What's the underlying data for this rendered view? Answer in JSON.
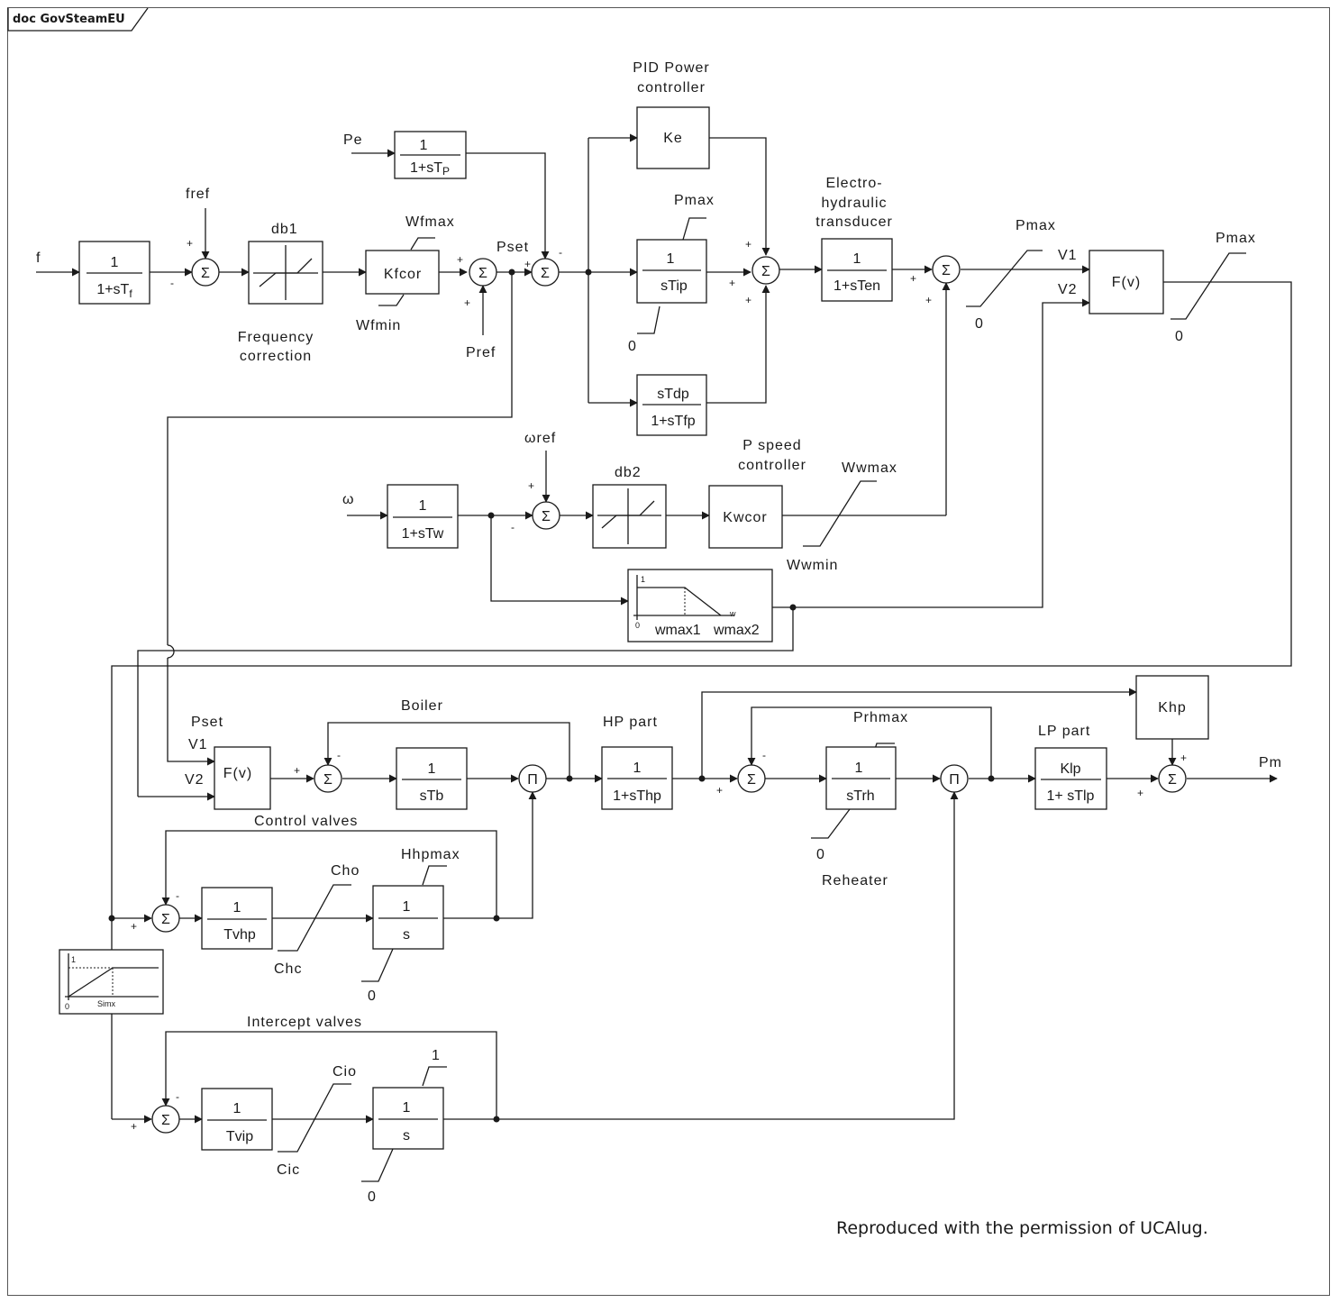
{
  "frame": {
    "title": "doc GovSteamEU"
  },
  "credit": "Reproduced with the permission of UCAlug.",
  "labels": {
    "f": "f",
    "fref": "fref",
    "db1": "db1",
    "wfmax": "Wfmax",
    "wfmin": "Wfmin",
    "freq_corr_1": "Frequency",
    "freq_corr_2": "correction",
    "pe": "Pe",
    "pset": "Pset",
    "pref": "Pref",
    "pid_1": "PID Power",
    "pid_2": "controller",
    "pmax_tip": "Pmax",
    "zero_tip": "0",
    "eh_1": "Electro-",
    "eh_2": "hydraulic",
    "eh_3": "transducer",
    "pmax_v1": "Pmax",
    "zero_v1": "0",
    "v1": "V1",
    "v2": "V2",
    "pmax_fv": "Pmax",
    "zero_fv": "0",
    "omega": "ω",
    "omega_ref": "ωref",
    "db2": "db2",
    "psc_1": "P speed",
    "psc_2": "controller",
    "wwmax": "Wwmax",
    "wwmin": "Wwmin",
    "pset_low": "Pset",
    "v1_low": "V1",
    "v2_low": "V2",
    "boiler": "Boiler",
    "hp_part": "HP part",
    "prhmax": "Prhmax",
    "lp_part": "LP part",
    "pm": "Pm",
    "reheater": "Reheater",
    "zero_trh": "0",
    "control_valves": "Control valves",
    "cho": "Cho",
    "chc": "Chc",
    "hhpmax": "Hhpmax",
    "zero_ch": "0",
    "intercept_valves": "Intercept valves",
    "cio": "Cio",
    "cic": "Cic",
    "one_iv": "1",
    "zero_iv": "0"
  },
  "blocks": {
    "tf": {
      "num": "1",
      "den": "1+sT",
      "den_sub": "f"
    },
    "tp": {
      "num": "1",
      "den": "1+sT",
      "den_sub": "P"
    },
    "kfcor": "Kfcor",
    "ke": "Ke",
    "tip": {
      "num": "1",
      "den": "sTip"
    },
    "tdp": {
      "num": "sTdp",
      "den": "1+sTfp"
    },
    "ten": {
      "num": "1",
      "den": "1+sTen"
    },
    "fv": "F(v)",
    "tw": {
      "num": "1",
      "den": "1+sTw"
    },
    "kwcor": "Kwcor",
    "wlim": {
      "one": "1",
      "zero": "0",
      "w": "w",
      "wmax1": "wmax1",
      "wmax2": "wmax2"
    },
    "fv_low": "F(v)",
    "tb": {
      "num": "1",
      "den": "sTb"
    },
    "thp": {
      "num": "1",
      "den": "1+sThp"
    },
    "khp": "Khp",
    "trh": {
      "num": "1",
      "den": "sTrh"
    },
    "klp": {
      "num": "Klp",
      "den": "1+ sTlp"
    },
    "tvhp": {
      "num": "1",
      "den": "Tvhp"
    },
    "int_ch": {
      "num": "1",
      "den": "s"
    },
    "simx": {
      "one": "1",
      "zero": "0",
      "label": "Simx"
    },
    "tvip": {
      "num": "1",
      "den": "Tvip"
    },
    "int_ci": {
      "num": "1",
      "den": "s"
    }
  },
  "symbols": {
    "sum": "Σ",
    "prod": "Π"
  },
  "signs": {
    "plus": "+",
    "minus": "-"
  }
}
